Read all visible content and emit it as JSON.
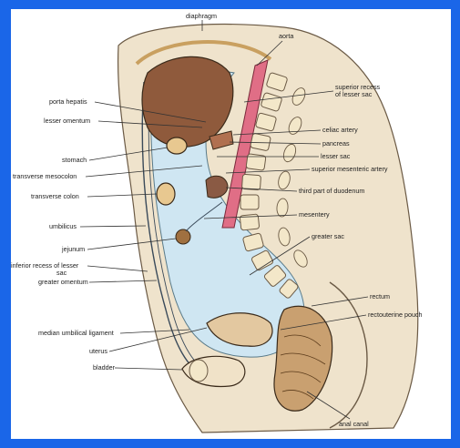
{
  "colors": {
    "border": "#1a66e8",
    "body_wall": "#efe3cc",
    "peritoneal_cavity": "#cfe6f2",
    "liver": "#8f5a3c",
    "aorta": "#e06e86",
    "vertebra": "#f3e7c9",
    "organ_outline": "#3a2a1a"
  },
  "labels": {
    "diaphragm": "diaphragm",
    "aorta": "aorta",
    "porta_hepatis": "porta hepatis",
    "lesser_omentum": "lesser omentum",
    "stomach": "stomach",
    "transverse_mesocolon": "transverse mesocolon",
    "transverse_colon": "transverse colon",
    "umbilicus": "umbilicus",
    "jejunum": "jejunum",
    "inferior_recess_line1": "inferior recess of lesser",
    "inferior_recess_line2": "sac",
    "greater_omentum": "greater omentum",
    "median_umbilical_ligament": "median umbilical ligament",
    "uterus": "uterus",
    "bladder": "bladder",
    "superior_recess_line1": "superior recess",
    "superior_recess_line2": "of lesser sac",
    "celiac_artery": "celiac artery",
    "pancreas": "pancreas",
    "lesser_sac": "lesser sac",
    "superior_mesenteric_artery": "superior mesenteric artery",
    "third_part_duodenum": "third part of duodenum",
    "mesentery": "mesentery",
    "greater_sac": "greater sac",
    "rectum": "rectum",
    "rectouterine_pouch": "rectouterine pouch",
    "anal_canal": "anal canal"
  }
}
